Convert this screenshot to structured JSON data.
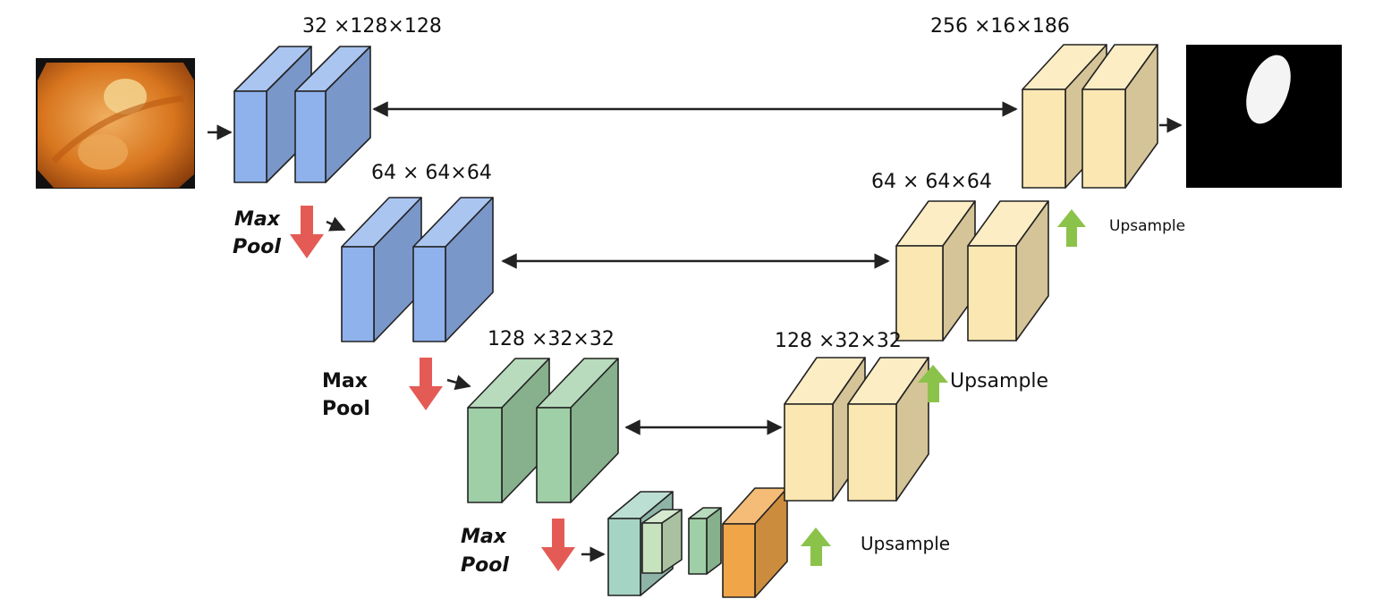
{
  "labels": {
    "enc1_dims": "32 ×128×128",
    "dec1_dims": "256 ×16×186",
    "enc2_dims": "64 × 64×64",
    "dec2_dims": "64 × 64×64",
    "enc3_dims": "128 ×32×32",
    "dec3_dims": "128 ×32×32",
    "maxpool_1a": "Max",
    "maxpool_1b": "Pool",
    "maxpool_2a": "Max",
    "maxpool_2b": "Pool",
    "maxpool_3a": "Max",
    "maxpool_3b": "Pool",
    "upsample_1": "Upsample",
    "upsample_2": "Upsample",
    "upsample_3": "Upsample"
  },
  "colors": {
    "encoder_blue": "#8fb2ec",
    "encoder_green": "#9fcfa6",
    "decoder_yellow": "#fbe7b2",
    "bottleneck_orange": "#f0a548",
    "maxpool_arrow_red": "#e45b55",
    "upsample_arrow_green": "#8bc34a",
    "arrow_dark": "#222222"
  }
}
